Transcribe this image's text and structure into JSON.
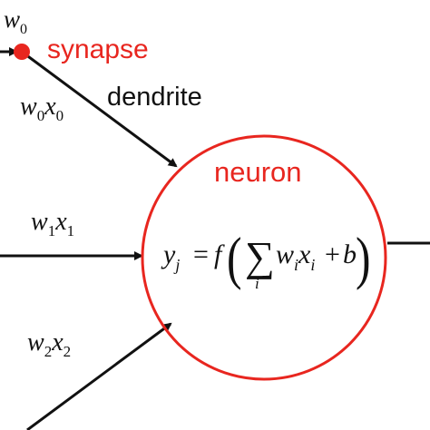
{
  "colors": {
    "accent": "#e8261f",
    "ink": "#111111",
    "background": "#ffffff"
  },
  "labels": {
    "synapse": "synapse",
    "dendrite": "dendrite",
    "neuron": "neuron"
  },
  "weights": {
    "w0": {
      "base": "w",
      "sub": "0"
    },
    "w0x0": {
      "w": "w",
      "w_sub": "0",
      "x": "x",
      "x_sub": "0"
    },
    "w1x1": {
      "w": "w",
      "w_sub": "1",
      "x": "x",
      "x_sub": "1"
    },
    "w2x2": {
      "w": "w",
      "w_sub": "2",
      "x": "x",
      "x_sub": "2"
    }
  },
  "formula": {
    "y": "y",
    "y_sub": "j",
    "equals": "=",
    "f": "f",
    "lparen": "(",
    "rparen": ")",
    "sigma": "∑",
    "sum_sub": "i",
    "w": "w",
    "w_sub": "i",
    "x": "x",
    "x_sub": "i",
    "plus": "+",
    "b": "b"
  }
}
